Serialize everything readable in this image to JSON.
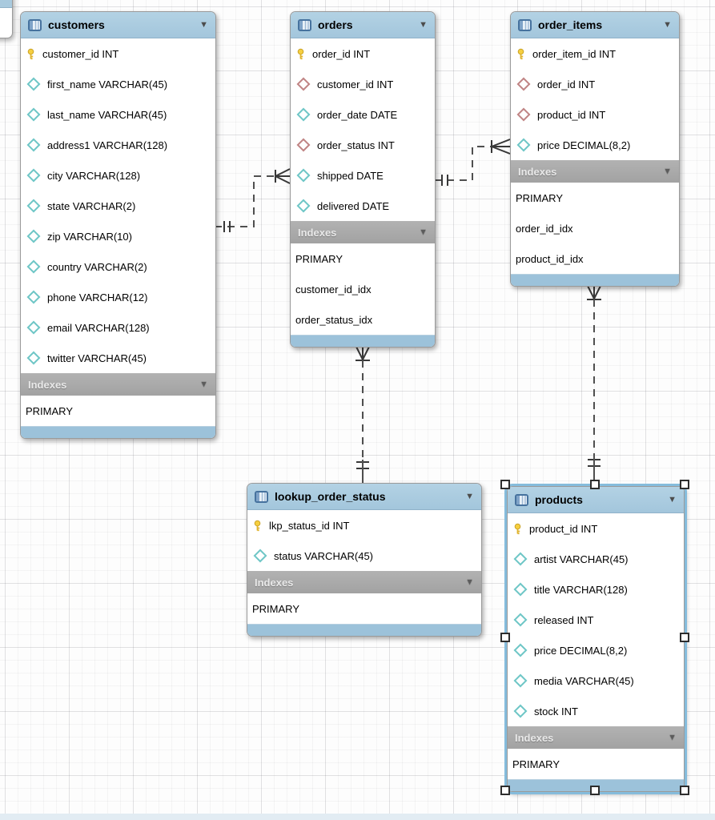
{
  "ui": {
    "collapse_arrow": "▼",
    "indexes_label": "Indexes"
  },
  "colors": {
    "table_header_bg": "#a9cade",
    "table_footer_bg": "#9cc2da",
    "indexes_bar_bg": "#a8a8a8",
    "body_bg": "#ffffff",
    "primary_key_icon": "#f6cf3f",
    "attribute_diamond": "#6ec6c6",
    "foreign_key_diamond": "#c08484",
    "connector_line": "#4f4f4f",
    "selection_outline": "#85bcdc"
  },
  "icons": {
    "pk": "key-icon",
    "fk": "foreign-key-diamond-icon",
    "attr": "attribute-diamond-icon",
    "table": "table-grid-icon"
  },
  "tables": [
    {
      "name": "customers",
      "columns": [
        {
          "icon": "pk",
          "label": "customer_id INT"
        },
        {
          "icon": "attr",
          "label": "first_name VARCHAR(45)"
        },
        {
          "icon": "attr",
          "label": "last_name VARCHAR(45)"
        },
        {
          "icon": "attr",
          "label": "address1 VARCHAR(128)"
        },
        {
          "icon": "attr",
          "label": "city VARCHAR(128)"
        },
        {
          "icon": "attr",
          "label": "state VARCHAR(2)"
        },
        {
          "icon": "attr",
          "label": "zip VARCHAR(10)"
        },
        {
          "icon": "attr",
          "label": "country VARCHAR(2)"
        },
        {
          "icon": "attr",
          "label": "phone VARCHAR(12)"
        },
        {
          "icon": "attr",
          "label": "email VARCHAR(128)"
        },
        {
          "icon": "attr",
          "label": "twitter VARCHAR(45)"
        }
      ],
      "indexes": [
        "PRIMARY"
      ]
    },
    {
      "name": "orders",
      "columns": [
        {
          "icon": "pk",
          "label": "order_id INT"
        },
        {
          "icon": "fk",
          "label": "customer_id INT"
        },
        {
          "icon": "attr",
          "label": "order_date DATE"
        },
        {
          "icon": "fk",
          "label": "order_status INT"
        },
        {
          "icon": "attr",
          "label": "shipped DATE"
        },
        {
          "icon": "attr",
          "label": "delivered DATE"
        }
      ],
      "indexes": [
        "PRIMARY",
        "customer_id_idx",
        "order_status_idx"
      ]
    },
    {
      "name": "order_items",
      "columns": [
        {
          "icon": "pk",
          "label": "order_item_id INT"
        },
        {
          "icon": "fk",
          "label": "order_id INT"
        },
        {
          "icon": "fk",
          "label": "product_id INT"
        },
        {
          "icon": "attr",
          "label": "price DECIMAL(8,2)"
        }
      ],
      "indexes": [
        "PRIMARY",
        "order_id_idx",
        "product_id_idx"
      ]
    },
    {
      "name": "lookup_order_status",
      "columns": [
        {
          "icon": "pk",
          "label": "lkp_status_id INT"
        },
        {
          "icon": "attr",
          "label": "status VARCHAR(45)"
        }
      ],
      "indexes": [
        "PRIMARY"
      ]
    },
    {
      "name": "products",
      "columns": [
        {
          "icon": "pk",
          "label": "product_id INT"
        },
        {
          "icon": "attr",
          "label": "artist VARCHAR(45)"
        },
        {
          "icon": "attr",
          "label": "title VARCHAR(128)"
        },
        {
          "icon": "attr",
          "label": "released INT"
        },
        {
          "icon": "attr",
          "label": "price DECIMAL(8,2)"
        },
        {
          "icon": "attr",
          "label": "media VARCHAR(45)"
        },
        {
          "icon": "attr",
          "label": "stock INT"
        }
      ],
      "indexes": [
        "PRIMARY"
      ],
      "selected": true
    }
  ],
  "relationships": [
    {
      "id": "customers-orders",
      "line_style": "dashed",
      "one_side": "customers",
      "many_side": "orders"
    },
    {
      "id": "orders-order_items",
      "line_style": "dashed",
      "one_side": "orders",
      "many_side": "order_items"
    },
    {
      "id": "lookup_order_status-orders",
      "line_style": "dashed",
      "one_side": "lookup_order_status",
      "many_side": "orders"
    },
    {
      "id": "products-order_items",
      "line_style": "dashed",
      "one_side": "products",
      "many_side": "order_items"
    }
  ]
}
